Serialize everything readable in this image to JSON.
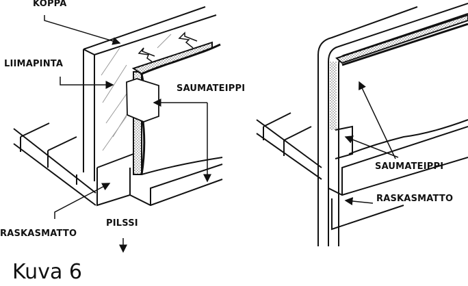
{
  "labels": {
    "koppa": "KOPPA",
    "liimapinta": "LIIMAPINTA",
    "saumateippi_left": "SAUMATEIPPI",
    "raskasmatto_left": "RASKASMATTO",
    "pilssi": "PILSSI",
    "saumateippi_right": "SAUMATEIPPI",
    "raskasmatto_right": "RASKASMATTO"
  },
  "caption": "Kuva 6",
  "colors": {
    "ink": "#111111",
    "glass": "#999999"
  }
}
